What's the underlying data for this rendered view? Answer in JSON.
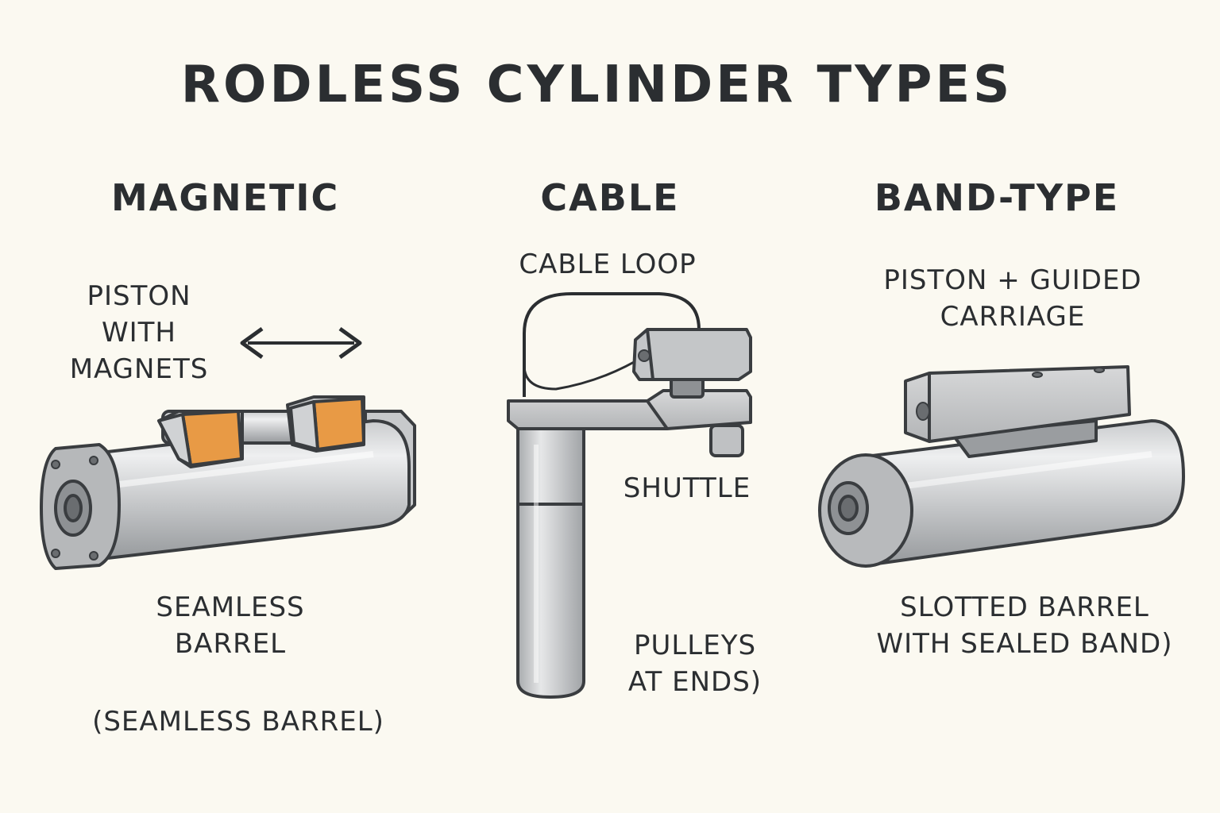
{
  "title": "RODLESS CYLINDER TYPES",
  "colors": {
    "background": "#fbf9f1",
    "text": "#2b2e31",
    "outline": "#3a3d40",
    "metal_light": "#e4e5e6",
    "metal_mid": "#bfc1c3",
    "metal_dark": "#8e9194",
    "magnet_orange": "#e89a45"
  },
  "columns": {
    "magnetic": {
      "heading": "MAGNETIC",
      "piston_label": "PISTON\nWITH\nMAGNETS",
      "barrel_label": "SEAMLESS\nBARREL",
      "note": "(SEAMLESS BARREL)",
      "arrow_icon": "double-arrow-icon"
    },
    "cable": {
      "heading": "CABLE",
      "loop_label": "CABLE LOOP",
      "shuttle_label": "SHUTTLE",
      "pulleys_label": "PULLEYS\nAT ENDS)"
    },
    "band": {
      "heading": "BAND-TYPE",
      "carriage_label": "PISTON + GUIDED\nCARRIAGE",
      "barrel_label": "SLOTTED BARREL\nWITH SEALED BAND)"
    }
  }
}
